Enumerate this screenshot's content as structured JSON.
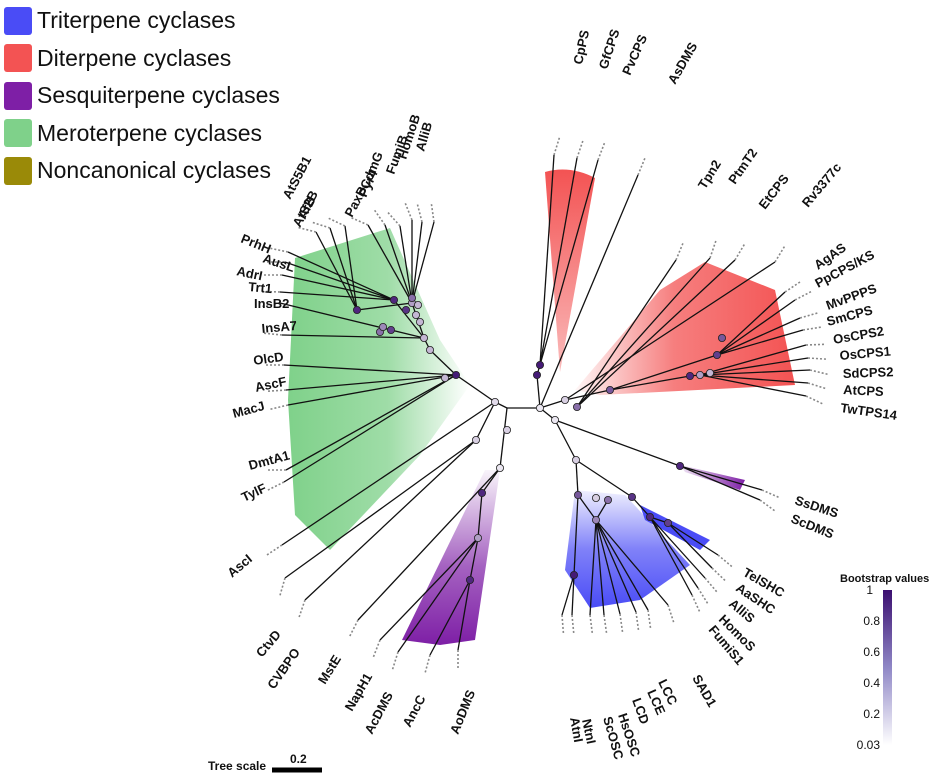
{
  "legend": [
    {
      "label": "Triterpene cyclases",
      "color": "#4a4cf6"
    },
    {
      "label": "Diterpene cyclases",
      "color": "#f35353"
    },
    {
      "label": "Sesquiterpene cyclases",
      "color": "#7e1fa6"
    },
    {
      "label": "Meroterpene cyclases",
      "color": "#7fd18a"
    },
    {
      "label": "Noncanonical cyclases",
      "color": "#9a8a08"
    }
  ],
  "leaves": [
    "CpPS",
    "GfCPS",
    "PvCPS",
    "AsDMS",
    "Tpn2",
    "PtmT2",
    "EtCPS",
    "Rv3377c",
    "AgAS",
    "PpCPS/KS",
    "MvPPPS",
    "SmCPS",
    "OsCPS2",
    "OsCPS1",
    "SdCPS2",
    "AtCPS",
    "TwTPS14",
    "SsDMS",
    "ScDMS",
    "TelSHC",
    "AaSHC",
    "AlliS",
    "HomoS",
    "FumiS1",
    "SAD1",
    "LCC",
    "LCE",
    "LCD",
    "HsOSC",
    "ScOSC",
    "NtnI",
    "AtnI",
    "AoDMS",
    "AncC",
    "AcDMS",
    "NapH1",
    "MstE",
    "CVBPO",
    "CtvD",
    "AscI",
    "TylF",
    "DmtA1",
    "MacJ",
    "AscF",
    "OlcD",
    "InsA7",
    "InsB2",
    "Trt1",
    "AdrI",
    "AusL",
    "PrhH",
    "AtS2B",
    "AfB",
    "AtS5B1",
    "PaxB",
    "Pyr4",
    "CdmG",
    "FumiB",
    "HomoB",
    "AlliB"
  ],
  "colorbar": {
    "title": "Bootstrap values",
    "ticks": [
      "1",
      "0.8",
      "0.6",
      "0.4",
      "0.2",
      "0.03"
    ],
    "color_low": "#ffffff",
    "color_high": "#3b0f70"
  },
  "scale": {
    "label": "Tree scale",
    "value": "0.2"
  }
}
